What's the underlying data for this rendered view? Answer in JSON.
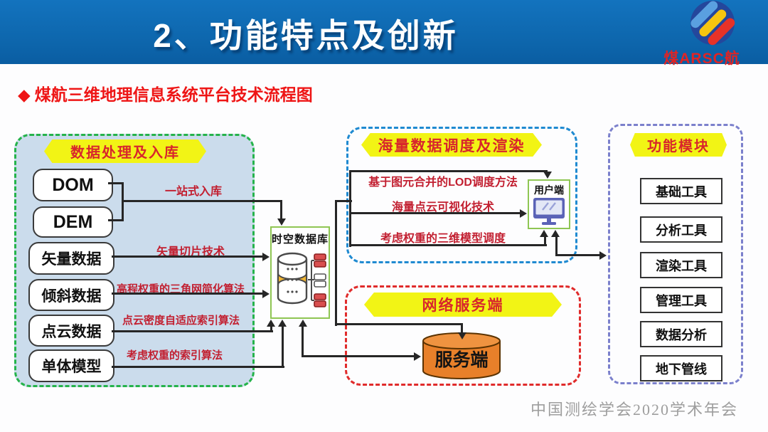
{
  "header": {
    "title": "2、功能特点及创新",
    "logo_text": "煤ARSC航"
  },
  "subtitle": {
    "bullet": "◆",
    "text": "煤航三维地理信息系统平台技术流程图"
  },
  "left_panel": {
    "banner": "数据处理及入库",
    "sources": [
      "DOM",
      "DEM",
      "矢量数据",
      "倾斜数据",
      "点云数据",
      "单体模型"
    ],
    "methods": [
      "一站式入库",
      "矢量切片技术",
      "高程权重的三角网简化算法",
      "点云密度自适应索引算法",
      "考虑权重的索引算法"
    ]
  },
  "database": {
    "label": "时空数据库"
  },
  "dispatch_panel": {
    "banner": "海量数据调度及渲染",
    "techniques": [
      "基于图元合并的LOD调度方法",
      "海量点云可视化技术",
      "考虑权重的三维模型调度"
    ],
    "client_label": "用户端"
  },
  "network_panel": {
    "banner": "网络服务端",
    "server_label": "服务端"
  },
  "modules_panel": {
    "banner": "功能模块",
    "modules": [
      "基础工具",
      "分析工具",
      "渲染工具",
      "管理工具",
      "数据分析",
      "地下管线"
    ]
  },
  "footer": {
    "text": "中国测绘学会2020学术年会"
  },
  "colors": {
    "header_blue": "#0d65ab",
    "banner_yellow": "#f2f415",
    "banner_text_red": "#d8262c",
    "method_red": "#c21f30",
    "left_panel_fill": "#cbdcec",
    "left_border_green": "#25b34b",
    "dispatch_border_blue": "#1f8ad1",
    "network_border_red": "#e02b2b",
    "modules_border_purple": "#7b80cc",
    "db_border_green": "#8fc653",
    "server_orange": "#e8802a"
  }
}
